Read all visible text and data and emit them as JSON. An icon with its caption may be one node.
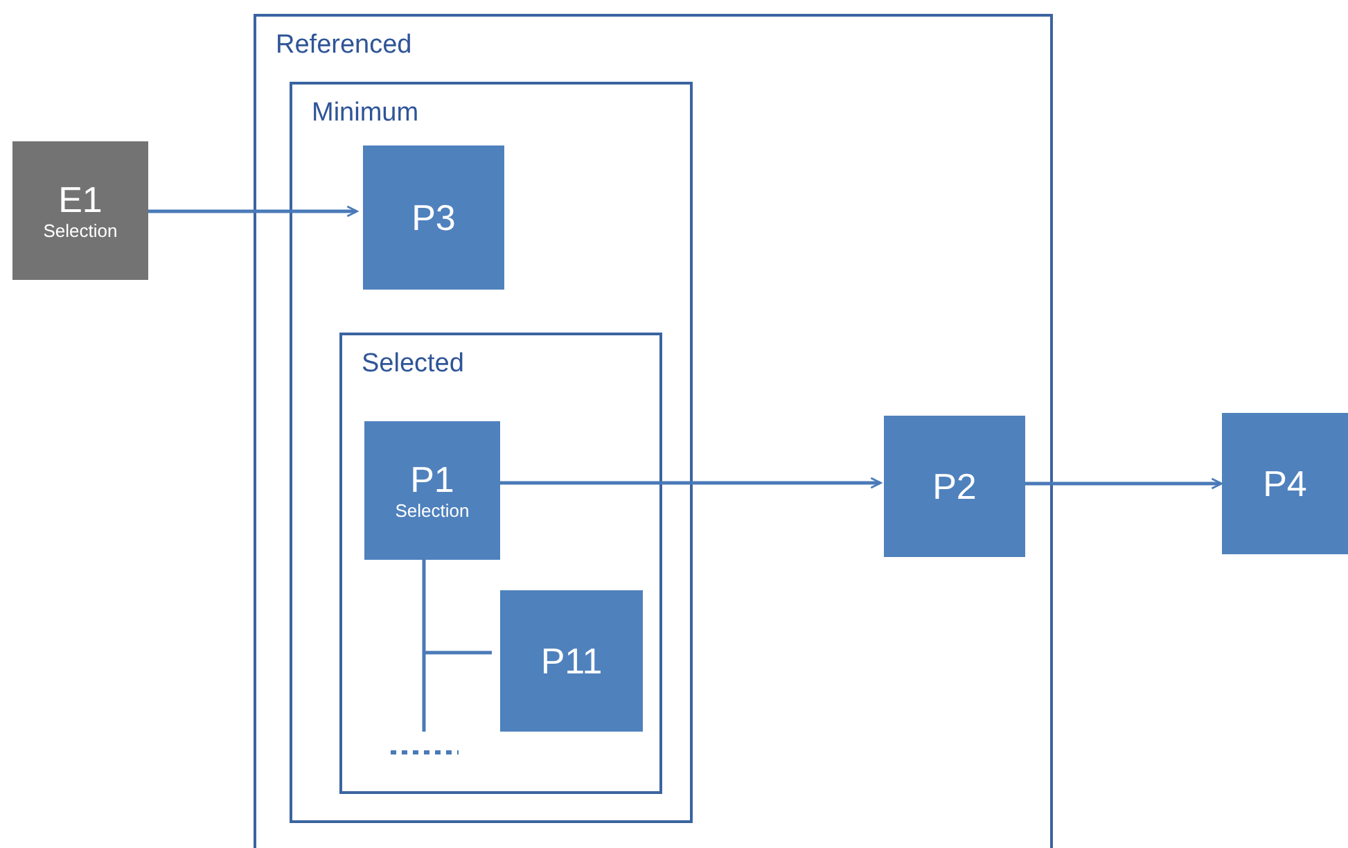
{
  "diagram": {
    "nodes": [
      {
        "text": [
          "E1",
          "Selection"
        ]
      },
      {
        "text": [
          "Referenced"
        ]
      },
      {
        "text": [
          "Minimum"
        ],
        "in": 1
      },
      {
        "text": [
          "P3"
        ],
        "in": 2
      },
      {
        "text": [
          "Selected"
        ],
        "in": 2
      },
      {
        "text": [
          "P1",
          "Selection"
        ],
        "in": 4
      },
      {
        "text": [
          "P11"
        ],
        "in": 4
      },
      {
        "text": [
          "P2"
        ],
        "in": 1
      },
      {
        "text": [
          "P4"
        ]
      }
    ],
    "edges": [
      {
        "from": 0,
        "to": 3,
        "arrow": "to"
      },
      {
        "from": 5,
        "to": 7,
        "arrow": "to"
      },
      {
        "from": 7,
        "to": 8,
        "arrow": "to"
      },
      {
        "from": 5,
        "to": 6,
        "arrow": "none"
      }
    ]
  }
}
